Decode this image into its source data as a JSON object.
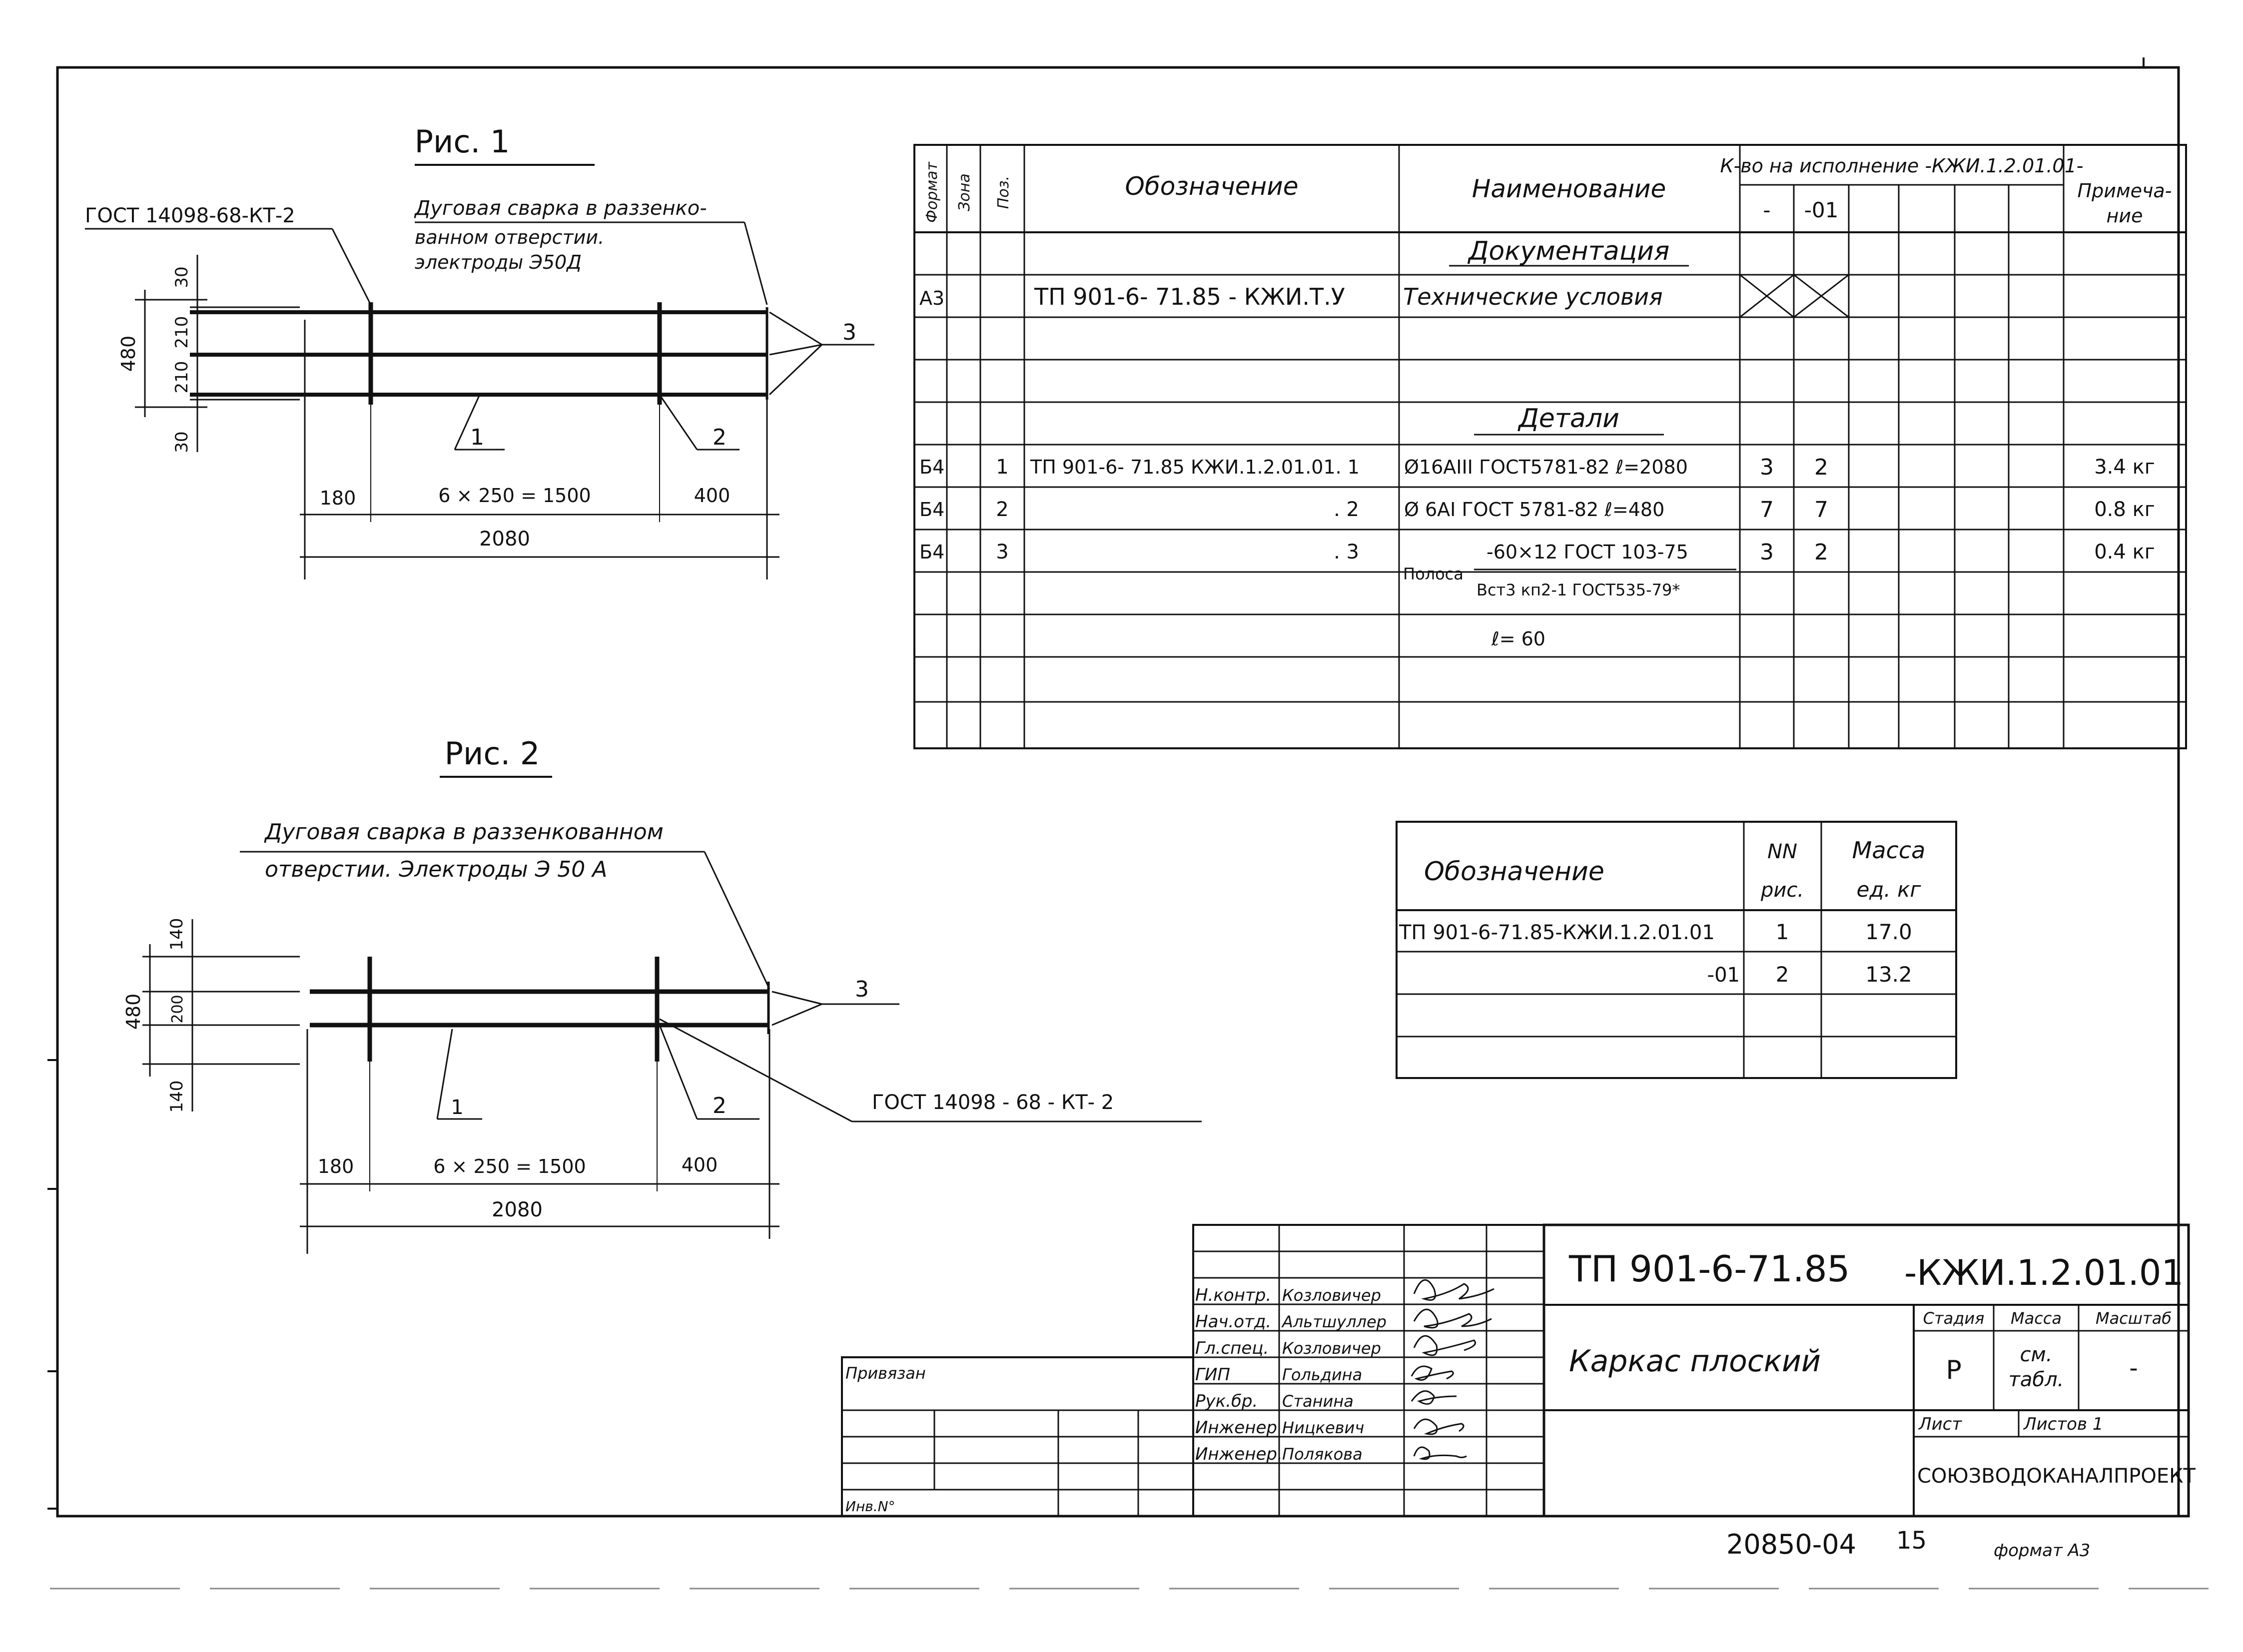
{
  "fig1": {
    "title": "Рис. 1",
    "gost_label": "ГОСТ 14098-68-КТ-2",
    "weld_note": [
      "Дуговая сварка в раззенко-",
      "ванном отверстии.",
      "электроды   Э50Д"
    ],
    "dims_vert": [
      "30",
      "210",
      "210",
      "30",
      "480"
    ],
    "dims_horiz": [
      "180",
      "6 × 250 = 1500",
      "400",
      "2080"
    ],
    "callouts": [
      "1",
      "2",
      "3"
    ]
  },
  "fig2": {
    "title": "Рис. 2",
    "weld_note": [
      "Дуговая  сварка  в раззенкованном",
      "отверстии.  Электроды  Э 50 А"
    ],
    "gost_label": "ГОСТ 14098 - 68 - КТ- 2",
    "dims_vert": [
      "140",
      "200",
      "140",
      "480"
    ],
    "dims_horiz": [
      "180",
      "6 × 250 = 1500",
      "400",
      "2080"
    ],
    "callouts": [
      "1",
      "2",
      "3"
    ]
  },
  "spec": {
    "headers": {
      "format": "Формат",
      "zone": "Зона",
      "pos": "Поз.",
      "designation": "Обозначение",
      "name": "Наименование",
      "qty": "К-во на исполнение -КЖИ.1.2.01.01-",
      "qty_sub": [
        "-",
        "-01"
      ],
      "note": "Примеча-\nние"
    },
    "sections": {
      "docs": "Документация",
      "details": "Детали"
    },
    "rows": [
      {
        "format": "А3",
        "zone": "",
        "pos": "",
        "designation": "ТП 901-6- 71.85 - КЖИ.Т.У",
        "name": "Технические  условия",
        "q1": "",
        "q2": "",
        "note": ""
      },
      {
        "format": "Б4",
        "zone": "",
        "pos": "1",
        "designation": "ТП 901-6- 71.85 КЖИ.1.2.01.01. 1",
        "name": "Ø16АIII  ГОСТ5781-82  ℓ=2080",
        "q1": "3",
        "q2": "2",
        "note": "3.4 кг"
      },
      {
        "format": "Б4",
        "zone": "",
        "pos": "2",
        "designation": ". 2",
        "name": "Ø 6АI  ГОСТ 5781-82  ℓ=480",
        "q1": "7",
        "q2": "7",
        "note": "0.8 кг"
      },
      {
        "format": "Б4",
        "zone": "",
        "pos": "3",
        "designation": ". 3",
        "name_prefix": "Полоса",
        "name_top": "-60×12  ГОСТ 103-75",
        "name_bottom": "Вст3 кп2-1  ГОСТ535-79*",
        "name_extra": "ℓ= 60",
        "q1": "3",
        "q2": "2",
        "note": "0.4 кг"
      }
    ]
  },
  "mass": {
    "headers": {
      "designation": "Обозначение",
      "fig": [
        "NN",
        "рис."
      ],
      "mass": [
        "Масса",
        "ед. кг"
      ]
    },
    "rows": [
      {
        "designation": "ТП 901-6-71.85-КЖИ.1.2.01.01",
        "fig": "1",
        "mass": "17.0"
      },
      {
        "designation": "-01",
        "fig": "2",
        "mass": "13.2"
      }
    ]
  },
  "title_block": {
    "doc_number": "ТП 901-6-71.85",
    "doc_code": "-КЖИ.1.2.01.01",
    "item_name": "Каркас    плоский",
    "roles": [
      {
        "role": "Н.контр.",
        "name": "Козловичер"
      },
      {
        "role": "Нач.отд.",
        "name": "Альтшуллер"
      },
      {
        "role": "Гл.спец.",
        "name": "Козловичер"
      },
      {
        "role": "ГИП",
        "name": "Гольдина"
      },
      {
        "role": "Рук.бр.",
        "name": "Станина"
      },
      {
        "role": "Инженер",
        "name": "Ницкевич"
      },
      {
        "role": "Инженер.",
        "name": "Полякова"
      }
    ],
    "stage_label": "Стадия",
    "mass_label": "Масса",
    "scale_label": "Масштаб",
    "stage": "Р",
    "mass_value": [
      "см.",
      "табл."
    ],
    "scale_value": "-",
    "sheet_label": "Лист",
    "sheets_label": "Листов 1",
    "organization": "СОЮЗВОДОКАНАЛПРОЕКТ",
    "bound_label": "Привязан",
    "inv_label": "Инв.N°"
  },
  "footer": {
    "archive_number": "20850-04",
    "page": "15",
    "format": "формат А3"
  }
}
